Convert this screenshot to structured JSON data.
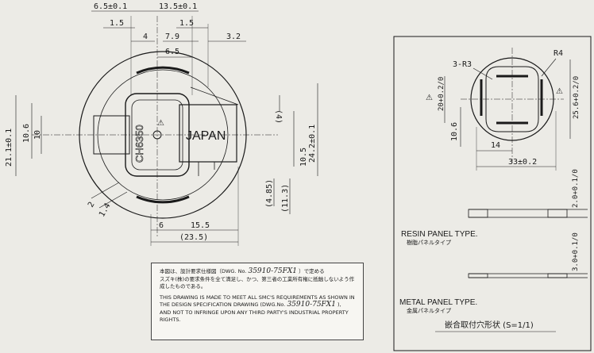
{
  "left_view": {
    "dims_top": [
      "6.5±0.1",
      "13.5±0.1",
      "1.5",
      "1.5",
      "4",
      "7.9",
      "3.2",
      "6.5"
    ],
    "dims_left": [
      "21.1±0.1",
      "10.6",
      "10"
    ],
    "dims_right": [
      "(4)",
      "24.2±0.1",
      "10.5",
      "(4.85)",
      "(11.3)"
    ],
    "dims_bottom": [
      "6",
      "15.5",
      "(23.5)"
    ],
    "dims_angled": [
      "2",
      "1.4"
    ],
    "body_label": "JAPAN",
    "part_mark": "CH6350",
    "warning_symbol": "⚠"
  },
  "right_view": {
    "callouts": [
      "3-R3",
      "R4"
    ],
    "dims": [
      "20+0.2/0",
      "25.6+0.2/0",
      "10.6",
      "14",
      "33±0.2"
    ],
    "resin_panel": {
      "title": "RESIN PANEL TYPE.",
      "subtitle_jp": "樹脂パネルタイプ",
      "dim": "2.0+0.1/0"
    },
    "metal_panel": {
      "title": "METAL PANEL TYPE.",
      "subtitle_jp": "金属パネルタイプ",
      "dim": "3.0+0.1/0"
    },
    "caption": "嵌合取付穴形状 (S=1/1)"
  },
  "notice": {
    "jp_line1": "本図は、設計要求仕様図（DWG. No.",
    "dwg_no": "35910-75FX1",
    "jp_line1_end": "）で定める",
    "jp_line2": "スズキ(株)の要求条件を全て満足し、かつ、第三者の工業所有権に抵触しないよう作",
    "jp_line3": "成したものである。",
    "en_line1": "THIS DRAWING IS MADE TO MEET ALL SMC'S REQUIREMENTS AS SHOWN IN",
    "en_line2": "THE DESIGN SPECIFICATION DRAWING (DWG.No.",
    "en_line2_end": "),",
    "en_line3": "AND NOT TO INFRINGE UPON ANY THIRD PARTY'S INDUSTRIAL PROPERTY",
    "en_line4": "RIGHTS."
  },
  "colors": {
    "ink": "#1a1a1a",
    "paper": "#ecebe6"
  }
}
